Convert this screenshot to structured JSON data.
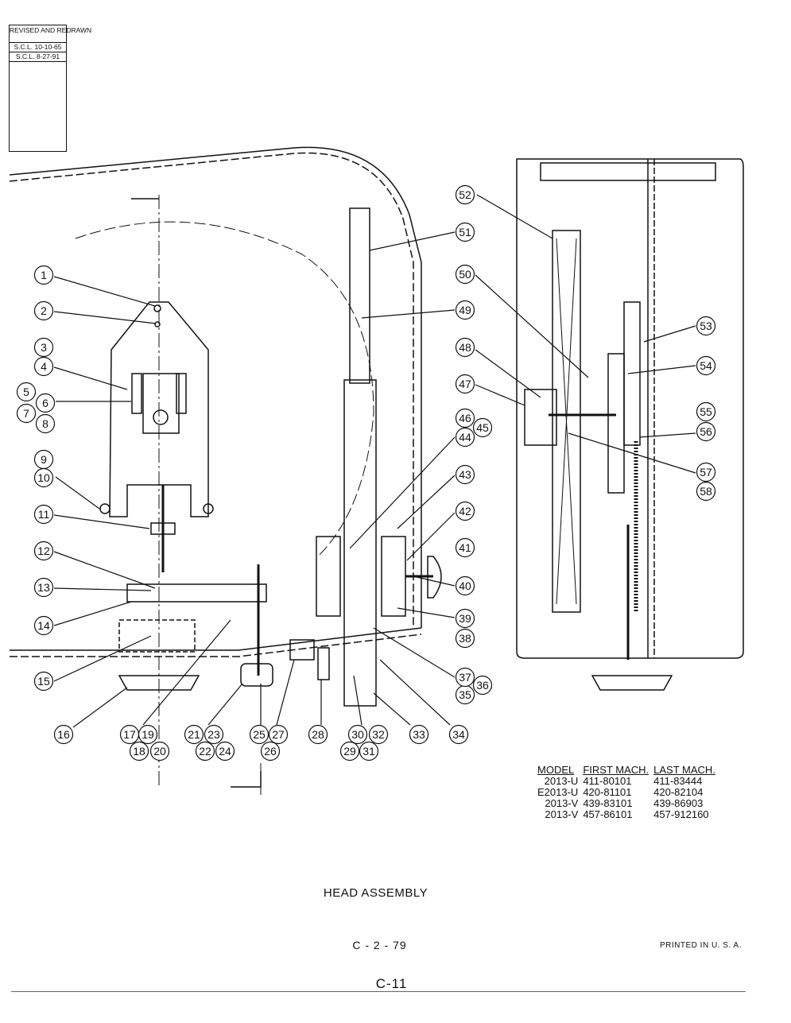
{
  "revision_box": {
    "header": "REVISED AND REDRAWN",
    "entries": [
      "S.C.L. 10-10-65",
      "S.C.L. 8-27-91"
    ]
  },
  "callouts": [
    "1",
    "2",
    "3",
    "4",
    "5",
    "6",
    "7",
    "8",
    "9",
    "10",
    "11",
    "12",
    "13",
    "14",
    "15",
    "16",
    "17",
    "18",
    "19",
    "20",
    "21",
    "22",
    "23",
    "24",
    "25",
    "26",
    "27",
    "28",
    "29",
    "30",
    "31",
    "32",
    "33",
    "34",
    "35",
    "36",
    "37",
    "38",
    "39",
    "40",
    "41",
    "42",
    "43",
    "44",
    "45",
    "46",
    "47",
    "48",
    "49",
    "50",
    "51",
    "52",
    "53",
    "54",
    "55",
    "56",
    "57",
    "58"
  ],
  "model_table": {
    "headers": [
      "MODEL",
      "FIRST MACH.",
      "LAST MACH."
    ],
    "rows": [
      [
        "2013-U",
        "411-80101",
        "411-83444"
      ],
      [
        "E2013-U",
        "420-81101",
        "420-82104"
      ],
      [
        "2013-V",
        "439-83101",
        "439-86903"
      ],
      [
        "2013-V",
        "457-86101",
        "457-912160"
      ]
    ]
  },
  "title": "HEAD ASSEMBLY",
  "date_code": "C - 2 - 79",
  "printed": "PRINTED IN U. S. A.",
  "page_number": "C-11"
}
